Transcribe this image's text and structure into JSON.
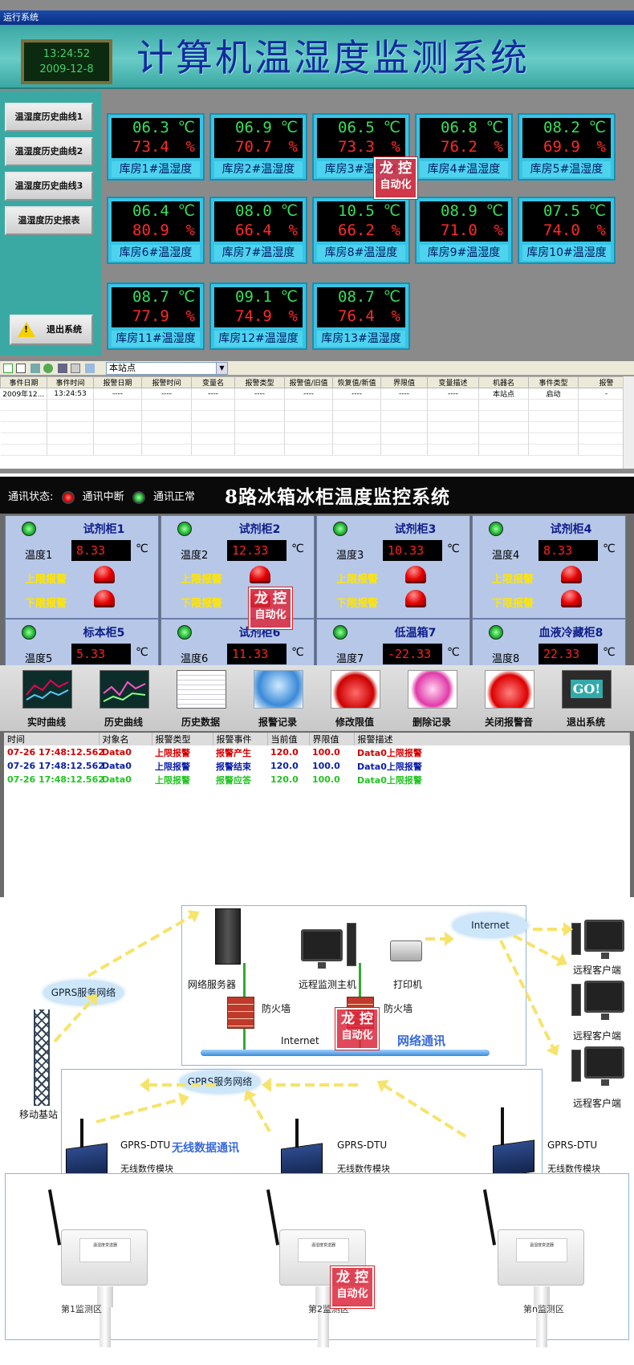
{
  "window": {
    "title": "运行系统"
  },
  "clock": {
    "time": "13:24:52",
    "date": "2009-12-8"
  },
  "s1": {
    "title": "计算机温湿度监测系统",
    "side_buttons": [
      "温湿度历史曲线1",
      "温湿度历史曲线2",
      "温湿度历史曲线3",
      "温湿度历史报表"
    ],
    "exit_label": "退出系统",
    "temp_unit": "℃",
    "hum_unit": "%",
    "rooms": [
      {
        "t": "06.3",
        "h": "73.4",
        "name": "库房1#温湿度"
      },
      {
        "t": "06.9",
        "h": "70.7",
        "name": "库房2#温湿度"
      },
      {
        "t": "06.5",
        "h": "73.3",
        "name": "库房3#温湿度"
      },
      {
        "t": "06.8",
        "h": "76.2",
        "name": "库房4#温湿度"
      },
      {
        "t": "08.2",
        "h": "69.9",
        "name": "库房5#温湿度"
      },
      {
        "t": "06.4",
        "h": "80.9",
        "name": "库房6#温湿度"
      },
      {
        "t": "08.0",
        "h": "66.4",
        "name": "库房7#温湿度"
      },
      {
        "t": "10.5",
        "h": "66.2",
        "name": "库房8#温湿度"
      },
      {
        "t": "08.9",
        "h": "71.0",
        "name": "库房9#温湿度"
      },
      {
        "t": "07.5",
        "h": "74.0",
        "name": "库房10#温湿度"
      },
      {
        "t": "08.7",
        "h": "77.9",
        "name": "库房11#温湿度"
      },
      {
        "t": "09.1",
        "h": "74.9",
        "name": "库房12#温湿度"
      },
      {
        "t": "08.7",
        "h": "76.4",
        "name": "库房13#温湿度"
      }
    ],
    "station_combo": "本站点",
    "event_columns": [
      "事件日期",
      "事件时间",
      "报警日期",
      "报警时间",
      "变量名",
      "报警类型",
      "报警值/旧值",
      "恢复值/新值",
      "界限值",
      "变量描述",
      "机器名",
      "事件类型",
      "报警"
    ],
    "event_rows": [
      [
        "2009年12...",
        "13:24:53",
        "----",
        "----",
        "----",
        "----",
        "----",
        "----",
        "----",
        "----",
        "本站点",
        "启动",
        "-"
      ]
    ]
  },
  "s2": {
    "comm_label": "通讯状态:",
    "comm_off": "通讯中断",
    "comm_on": "通讯正常",
    "title": "8路冰箱冰柜温度监控系统",
    "unit": "℃",
    "upper": "上限报警",
    "lower": "下限报警",
    "fridges": [
      {
        "name": "试剂柜1",
        "tlabel": "温度1",
        "val": "8.33"
      },
      {
        "name": "试剂柜2",
        "tlabel": "温度2",
        "val": "12.33"
      },
      {
        "name": "试剂柜3",
        "tlabel": "温度3",
        "val": "10.33"
      },
      {
        "name": "试剂柜4",
        "tlabel": "温度4",
        "val": "8.33"
      },
      {
        "name": "标本柜5",
        "tlabel": "温度5",
        "val": "5.33"
      },
      {
        "name": "试剂柜6",
        "tlabel": "温度6",
        "val": "11.33"
      },
      {
        "name": "低温箱7",
        "tlabel": "温度7",
        "val": "-22.33"
      },
      {
        "name": "血液冷藏柜8",
        "tlabel": "温度8",
        "val": "22.33"
      }
    ],
    "tools": [
      "实时曲线",
      "历史曲线",
      "历史数据",
      "报警记录",
      "修改限值",
      "删除记录",
      "关闭报警音",
      "退出系统"
    ],
    "go_text": "GO!",
    "alarm_cols": [
      "时间",
      "对象名",
      "报警类型",
      "报警事件",
      "当前值",
      "界限值",
      "报警描述"
    ],
    "alarm_rows": [
      {
        "cells": [
          "07-26 17:48:12.562",
          "Data0",
          "上限报警",
          "报警产生",
          "120.0",
          "100.0",
          "Data0上限报警"
        ],
        "color": "#d40000"
      },
      {
        "cells": [
          "07-26 17:48:12.562",
          "Data0",
          "上限报警",
          "报警结束",
          "120.0",
          "100.0",
          "Data0上限报警"
        ],
        "color": "#0a1ea8"
      },
      {
        "cells": [
          "07-26 17:48:12.562",
          "Data0",
          "上限报警",
          "报警应答",
          "120.0",
          "100.0",
          "Data0上限报警"
        ],
        "color": "#22c422"
      }
    ]
  },
  "s3": {
    "internet_cloud": "Internet",
    "gprs_net": "GPRS服务网络",
    "web_server": "网络服务器",
    "monitor_host": "远程监测主机",
    "printer": "打印机",
    "firewall": "防火墙",
    "internet_bus": "Internet",
    "net_comm": "网络通讯",
    "remote_client": "远程客户端",
    "base_station": "移动基站",
    "wireless": "无线数据通讯",
    "dtu": "GPRS-DTU",
    "dtu_module": "无线数传模块"
  },
  "s4": {
    "zones": [
      "第1监测区",
      "第2监测区",
      "第n监测区"
    ],
    "plate_text": "温湿度变送器"
  },
  "watermark": {
    "line1": "龙 控",
    "line2": "自动化"
  }
}
